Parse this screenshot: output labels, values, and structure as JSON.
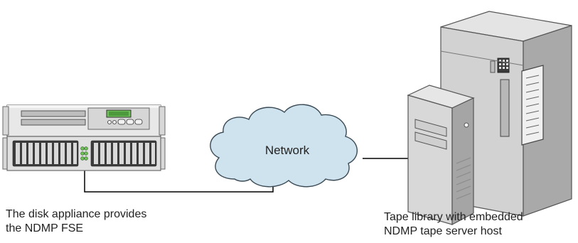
{
  "network": {
    "label": "Network"
  },
  "captions": {
    "disk_appliance": [
      "The disk appliance provides",
      "the NDMP FSE"
    ],
    "tape_library": [
      "Tape library with embedded",
      "NDMP tape server host"
    ]
  },
  "colors": {
    "cloud_fill": "#cfe3ee",
    "cloud_stroke": "#3a4a55",
    "device_light": "#e6e6e6",
    "device_mid": "#c8c8c8",
    "device_dark": "#5a5a5a",
    "lcd_green": "#6fbf5a",
    "line": "#000000"
  }
}
